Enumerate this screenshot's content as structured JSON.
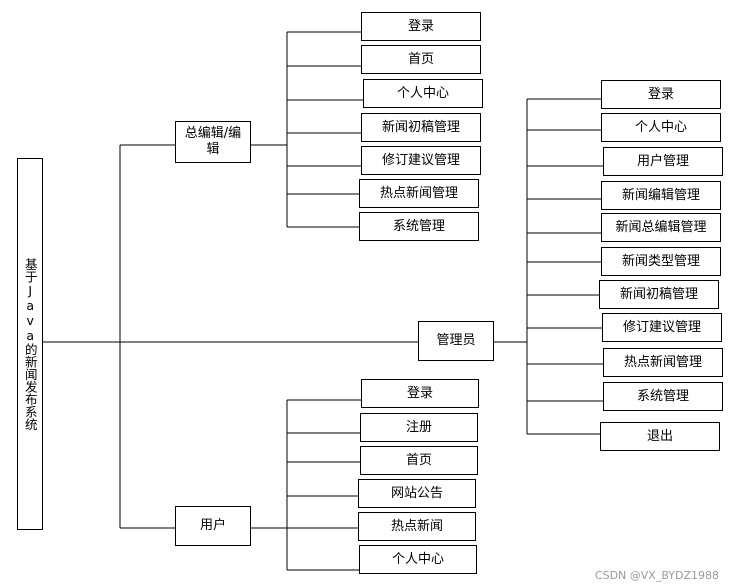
{
  "root": "基于Java的新闻发布系统",
  "branches": {
    "editor": {
      "label": "总编辑/编辑",
      "items": [
        "登录",
        "首页",
        "个人中心",
        "新闻初稿管理",
        "修订建议管理",
        "热点新闻管理",
        "系统管理"
      ]
    },
    "admin": {
      "label": "管理员",
      "items": [
        "登录",
        "个人中心",
        "用户管理",
        "新闻编辑管理",
        "新闻总编辑管理",
        "新闻类型管理",
        "新闻初稿管理",
        "修订建议管理",
        "热点新闻管理",
        "系统管理",
        "退出"
      ]
    },
    "user": {
      "label": "用户",
      "items": [
        "登录",
        "注册",
        "首页",
        "网站公告",
        "热点新闻",
        "个人中心"
      ]
    }
  },
  "watermark": "CSDN @VX_BYDZ1988"
}
